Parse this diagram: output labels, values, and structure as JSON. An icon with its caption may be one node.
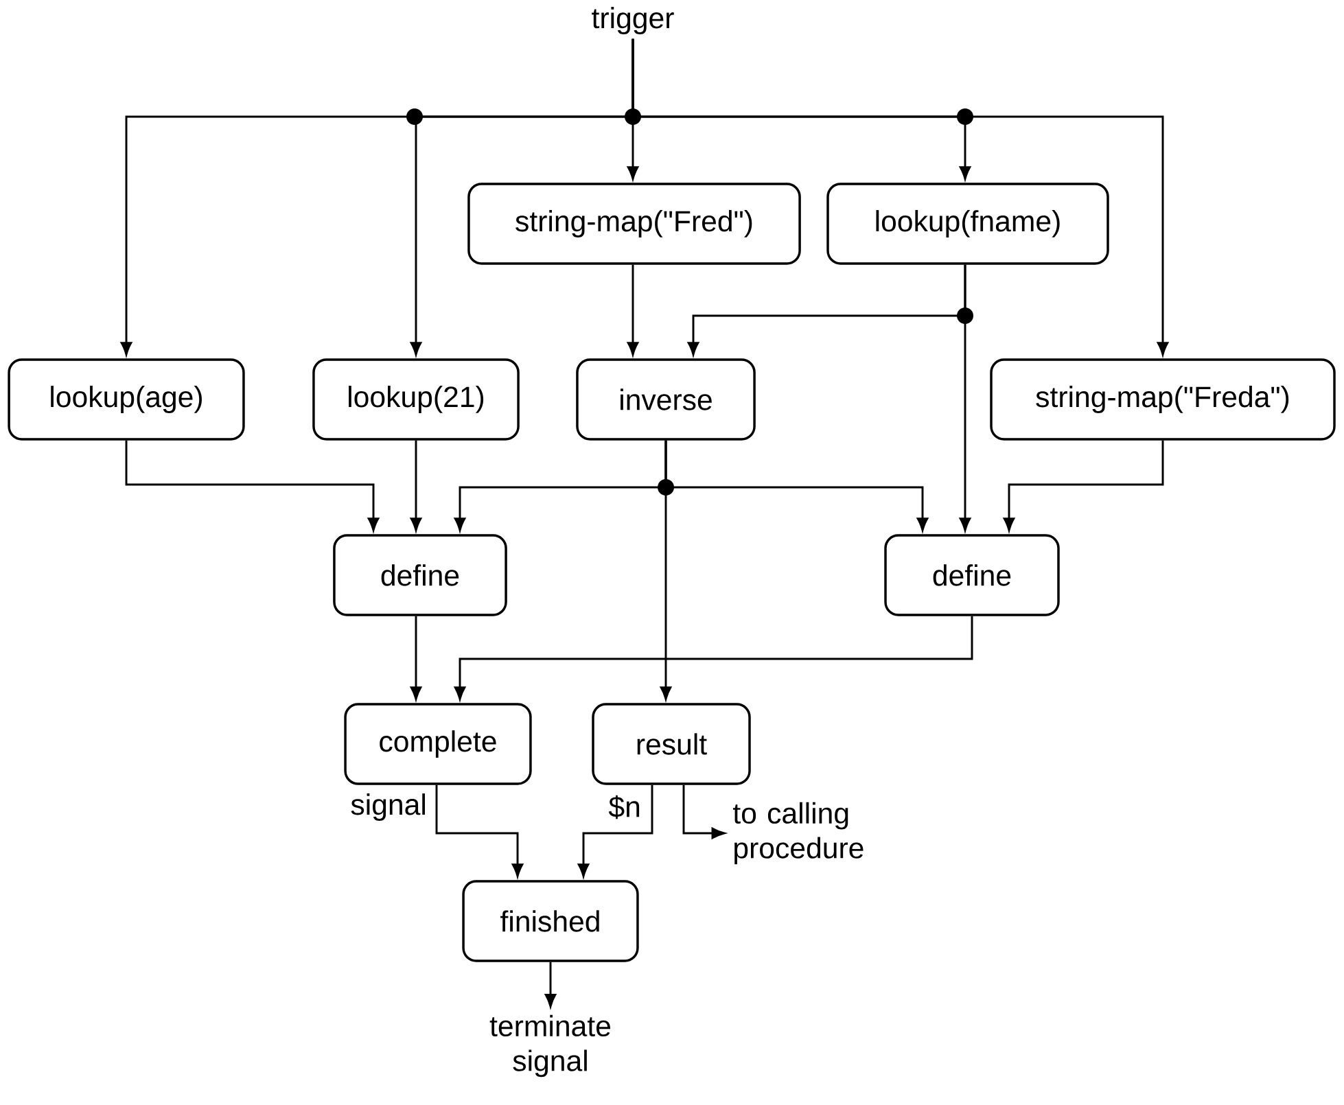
{
  "diagram": {
    "nodes": [
      {
        "text": [
          "trigger"
        ]
      },
      {
        "text": [
          "string-map(\"Fred\")"
        ]
      },
      {
        "text": [
          "lookup(fname)"
        ]
      },
      {
        "text": [
          "lookup(age)"
        ]
      },
      {
        "text": [
          "lookup(21)"
        ]
      },
      {
        "text": [
          "inverse"
        ]
      },
      {
        "text": [
          "string-map(\"Freda\")"
        ]
      },
      {
        "text": [
          "define"
        ]
      },
      {
        "text": [
          "define"
        ]
      },
      {
        "text": [
          "complete"
        ]
      },
      {
        "text": [
          "result"
        ]
      },
      {
        "text": [
          "finished"
        ]
      },
      {
        "text": [
          "terminate signal"
        ]
      },
      {
        "text": [
          "to calling procedure"
        ]
      }
    ],
    "edges": [
      {
        "from": 0,
        "to": 3,
        "arrow": "to"
      },
      {
        "from": 0,
        "to": 4,
        "arrow": "to"
      },
      {
        "from": 0,
        "to": 1,
        "arrow": "to"
      },
      {
        "from": 0,
        "to": 2,
        "arrow": "to"
      },
      {
        "from": 0,
        "to": 6,
        "arrow": "to"
      },
      {
        "from": 1,
        "to": 5,
        "arrow": "to"
      },
      {
        "from": 2,
        "to": 5,
        "arrow": "to"
      },
      {
        "from": 2,
        "to": 8,
        "arrow": "to"
      },
      {
        "from": 3,
        "to": 7,
        "arrow": "to"
      },
      {
        "from": 4,
        "to": 7,
        "arrow": "to"
      },
      {
        "from": 5,
        "to": 7,
        "arrow": "to"
      },
      {
        "from": 5,
        "to": 8,
        "arrow": "to"
      },
      {
        "from": 5,
        "to": 10,
        "arrow": "to"
      },
      {
        "from": 6,
        "to": 8,
        "arrow": "to"
      },
      {
        "from": 7,
        "to": 9,
        "arrow": "to"
      },
      {
        "from": 8,
        "to": 9,
        "arrow": "to"
      },
      {
        "from": 9,
        "to": 11,
        "arrow": "to",
        "label": "signal"
      },
      {
        "from": 10,
        "to": 11,
        "arrow": "to",
        "label": "$n"
      },
      {
        "from": 10,
        "to": 13,
        "arrow": "to"
      },
      {
        "from": 11,
        "to": 12,
        "arrow": "to"
      }
    ]
  }
}
